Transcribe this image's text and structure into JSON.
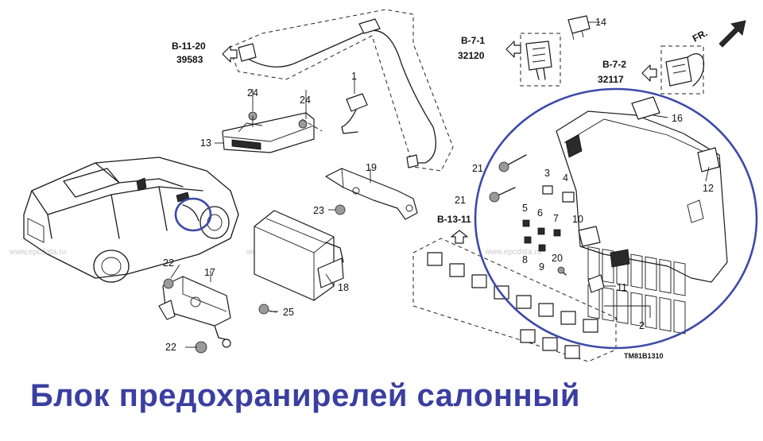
{
  "callouts": {
    "c1": "1",
    "c2": "2",
    "c3": "3",
    "c4": "4",
    "c5": "5",
    "c6": "6",
    "c7": "7",
    "c8": "8",
    "c9": "9",
    "c10": "10",
    "c11": "11",
    "c12": "12",
    "c13": "13",
    "c14": "14",
    "c16": "16",
    "c17": "17",
    "c18": "18",
    "c19": "19",
    "c20": "20",
    "c21a": "21",
    "c21b": "21",
    "c22a": "22",
    "c22b": "22",
    "c23": "23",
    "c24a": "24",
    "c24b": "24",
    "c25": "25"
  },
  "references": {
    "b1120_code": "B-11-20",
    "b1120_num": "39583",
    "b71_code": "B-7-1",
    "b71_num": "32120",
    "b72_code": "B-7-2",
    "b72_num": "32117",
    "b1311_code": "B-13-11"
  },
  "direction_label": "FR.",
  "diagram_code": "TM81B1310",
  "watermark": "www.epcdata.ru",
  "caption": "Блок предохранирелей салонный",
  "colors": {
    "highlight": "#3d4aa8",
    "caption": "#3a3fa0"
  }
}
